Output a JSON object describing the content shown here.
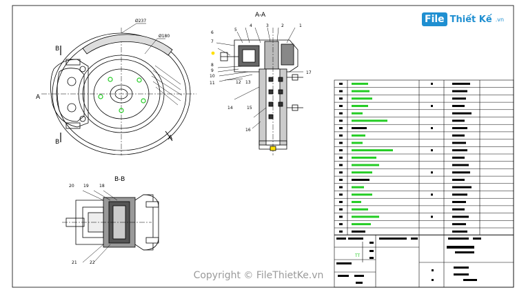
{
  "watermark": {
    "logo_box": "File",
    "logo_text": "Thiết Kế",
    "logo_suffix": ".vn",
    "copyright": "Copyright © FileThietKe.vn"
  },
  "section_labels": {
    "section_aa": "A-A",
    "section_bb": "B-B",
    "cut_a_left": "A",
    "cut_a_right": "A",
    "cut_b_top": "B",
    "cut_b_bottom": "B"
  },
  "dimensions": {
    "outer_diameter": "Ø237",
    "inner_diameter": "Ø180"
  },
  "part_callouts": {
    "section_aa": [
      "1",
      "2",
      "3",
      "4",
      "5",
      "6",
      "7",
      "8",
      "9",
      "10",
      "11",
      "12",
      "13",
      "14",
      "15",
      "16",
      "17"
    ],
    "section_bb": [
      "18",
      "19",
      "20",
      "21",
      "22"
    ]
  },
  "title_block_label": "TT",
  "colors": {
    "line": "#000000",
    "accent_green": "#22cc22",
    "accent_yellow": "#ffe000",
    "watermark_blue": "#1f8fd1"
  }
}
